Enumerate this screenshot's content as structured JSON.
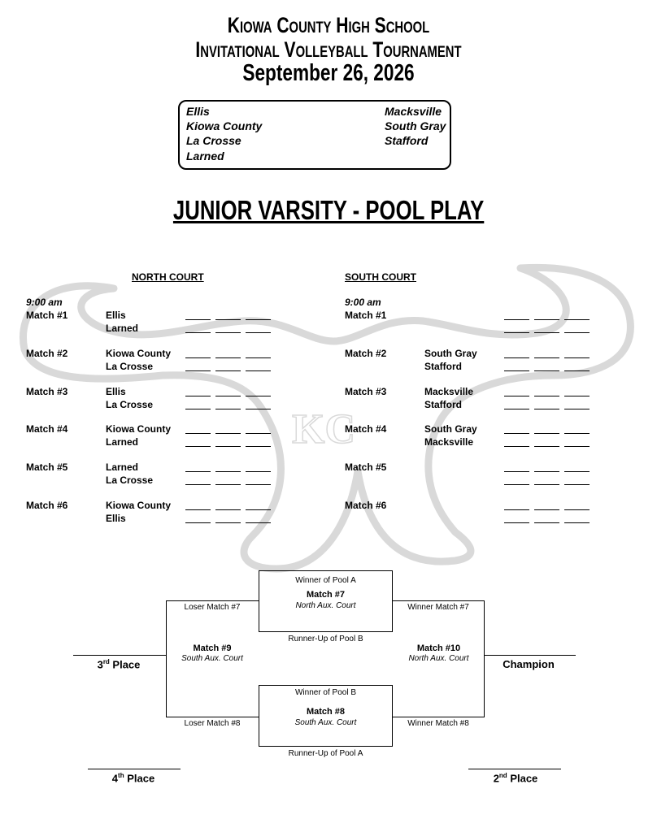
{
  "header": {
    "line1": "Kiowa County High School",
    "line2": "Invitational Volleyball Tournament",
    "date": "September 26, 2026"
  },
  "teams": {
    "left": [
      "Ellis",
      "Kiowa County",
      "La Crosse",
      "Larned"
    ],
    "right": [
      "Macksville",
      "South Gray",
      "Stafford"
    ]
  },
  "subtitle": "JUNIOR VARSITY - POOL PLAY",
  "watermark": "KC",
  "north": {
    "title": "NORTH COURT",
    "time": "9:00 am",
    "matches": [
      {
        "label": "Match #1",
        "team1": "Ellis",
        "team2": "Larned"
      },
      {
        "label": "Match #2",
        "team1": "Kiowa County",
        "team2": "La Crosse"
      },
      {
        "label": "Match #3",
        "team1": "Ellis",
        "team2": "La Crosse"
      },
      {
        "label": "Match #4",
        "team1": "Kiowa County",
        "team2": "Larned"
      },
      {
        "label": "Match #5",
        "team1": "Larned",
        "team2": "La Crosse"
      },
      {
        "label": "Match #6",
        "team1": "Kiowa County",
        "team2": "Ellis"
      }
    ]
  },
  "south": {
    "title": "SOUTH COURT",
    "time": "9:00 am",
    "matches": [
      {
        "label": "Match #1",
        "team1": "",
        "team2": ""
      },
      {
        "label": "Match #2",
        "team1": "South Gray",
        "team2": "Stafford"
      },
      {
        "label": "Match #3",
        "team1": "Macksville",
        "team2": "Stafford"
      },
      {
        "label": "Match #4",
        "team1": "South Gray",
        "team2": "Macksville"
      },
      {
        "label": "Match #5",
        "team1": "",
        "team2": ""
      },
      {
        "label": "Match #6",
        "team1": "",
        "team2": ""
      }
    ]
  },
  "bracket": {
    "m7": {
      "top": "Winner of Pool A",
      "title": "Match #7",
      "court": "North Aux. Court",
      "bottom": "Runner-Up of Pool B"
    },
    "m8": {
      "top": "Winner of Pool B",
      "title": "Match #8",
      "court": "South Aux. Court",
      "bottom": "Runner-Up of Pool A"
    },
    "m9": {
      "title": "Match #9",
      "court": "South Aux. Court"
    },
    "m10": {
      "title": "Match #10",
      "court": "North Aux. Court"
    },
    "loser7": "Loser Match #7",
    "loser8": "Loser Match #8",
    "winner7": "Winner Match #7",
    "winner8": "Winner Match #8",
    "third": {
      "num": "3",
      "sup": "rd",
      "text": " Place"
    },
    "fourth": {
      "num": "4",
      "sup": "th",
      "text": " Place"
    },
    "second": {
      "num": "2",
      "sup": "nd",
      "text": " Place"
    },
    "champion": "Champion"
  },
  "colors": {
    "watermark": "#d9d9d9"
  }
}
